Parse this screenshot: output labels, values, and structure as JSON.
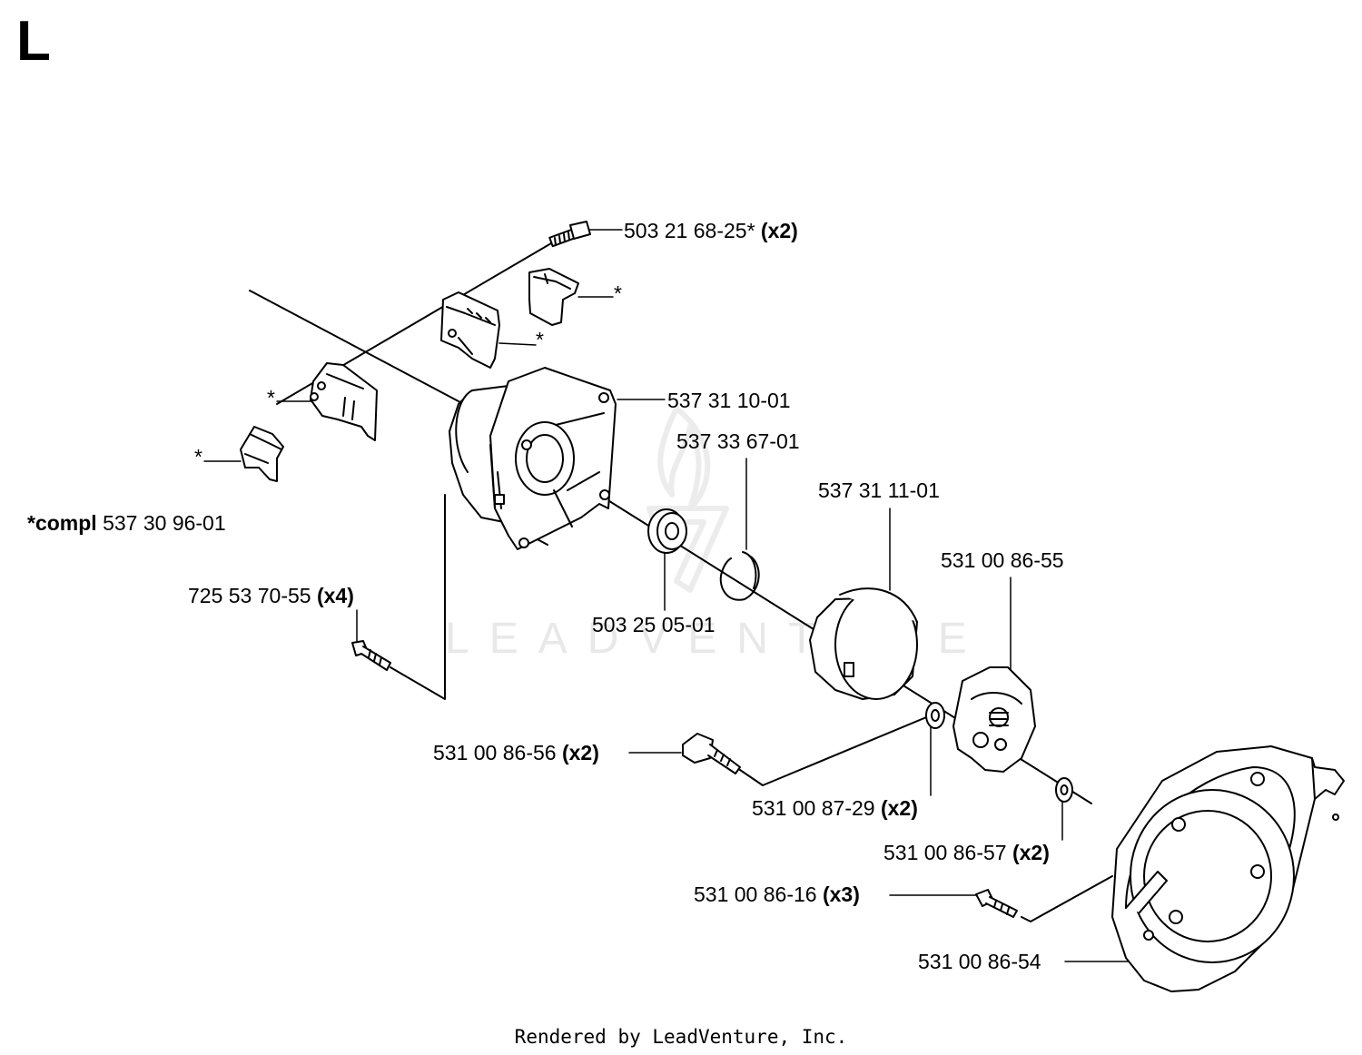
{
  "diagram": {
    "section_letter": "L",
    "footer": "Rendered by LeadVenture, Inc.",
    "watermark": "LEADVENTURE",
    "compl_note": {
      "prefix": "*compl",
      "number": "537 30 96-01"
    },
    "parts": [
      {
        "id": "p1",
        "number": "503 21 68-25*",
        "qty": "(x2)"
      },
      {
        "id": "p2",
        "number": "537 31 10-01",
        "qty": ""
      },
      {
        "id": "p3",
        "number": "537 33 67-01",
        "qty": ""
      },
      {
        "id": "p4",
        "number": "537 31 11-01",
        "qty": ""
      },
      {
        "id": "p5",
        "number": "531 00 86-55",
        "qty": ""
      },
      {
        "id": "p6",
        "number": "503 25 05-01",
        "qty": ""
      },
      {
        "id": "p7",
        "number": "725 53 70-55",
        "qty": "(x4)"
      },
      {
        "id": "p8",
        "number": "531 00 86-56",
        "qty": "(x2)"
      },
      {
        "id": "p9",
        "number": "531 00 87-29",
        "qty": "(x2)"
      },
      {
        "id": "p10",
        "number": "531 00 86-57",
        "qty": "(x2)"
      },
      {
        "id": "p11",
        "number": "531 00 86-16",
        "qty": "(x3)"
      },
      {
        "id": "p12",
        "number": "531 00 86-54",
        "qty": ""
      }
    ],
    "asterisks": [
      "*",
      "*",
      "*",
      "*"
    ]
  }
}
